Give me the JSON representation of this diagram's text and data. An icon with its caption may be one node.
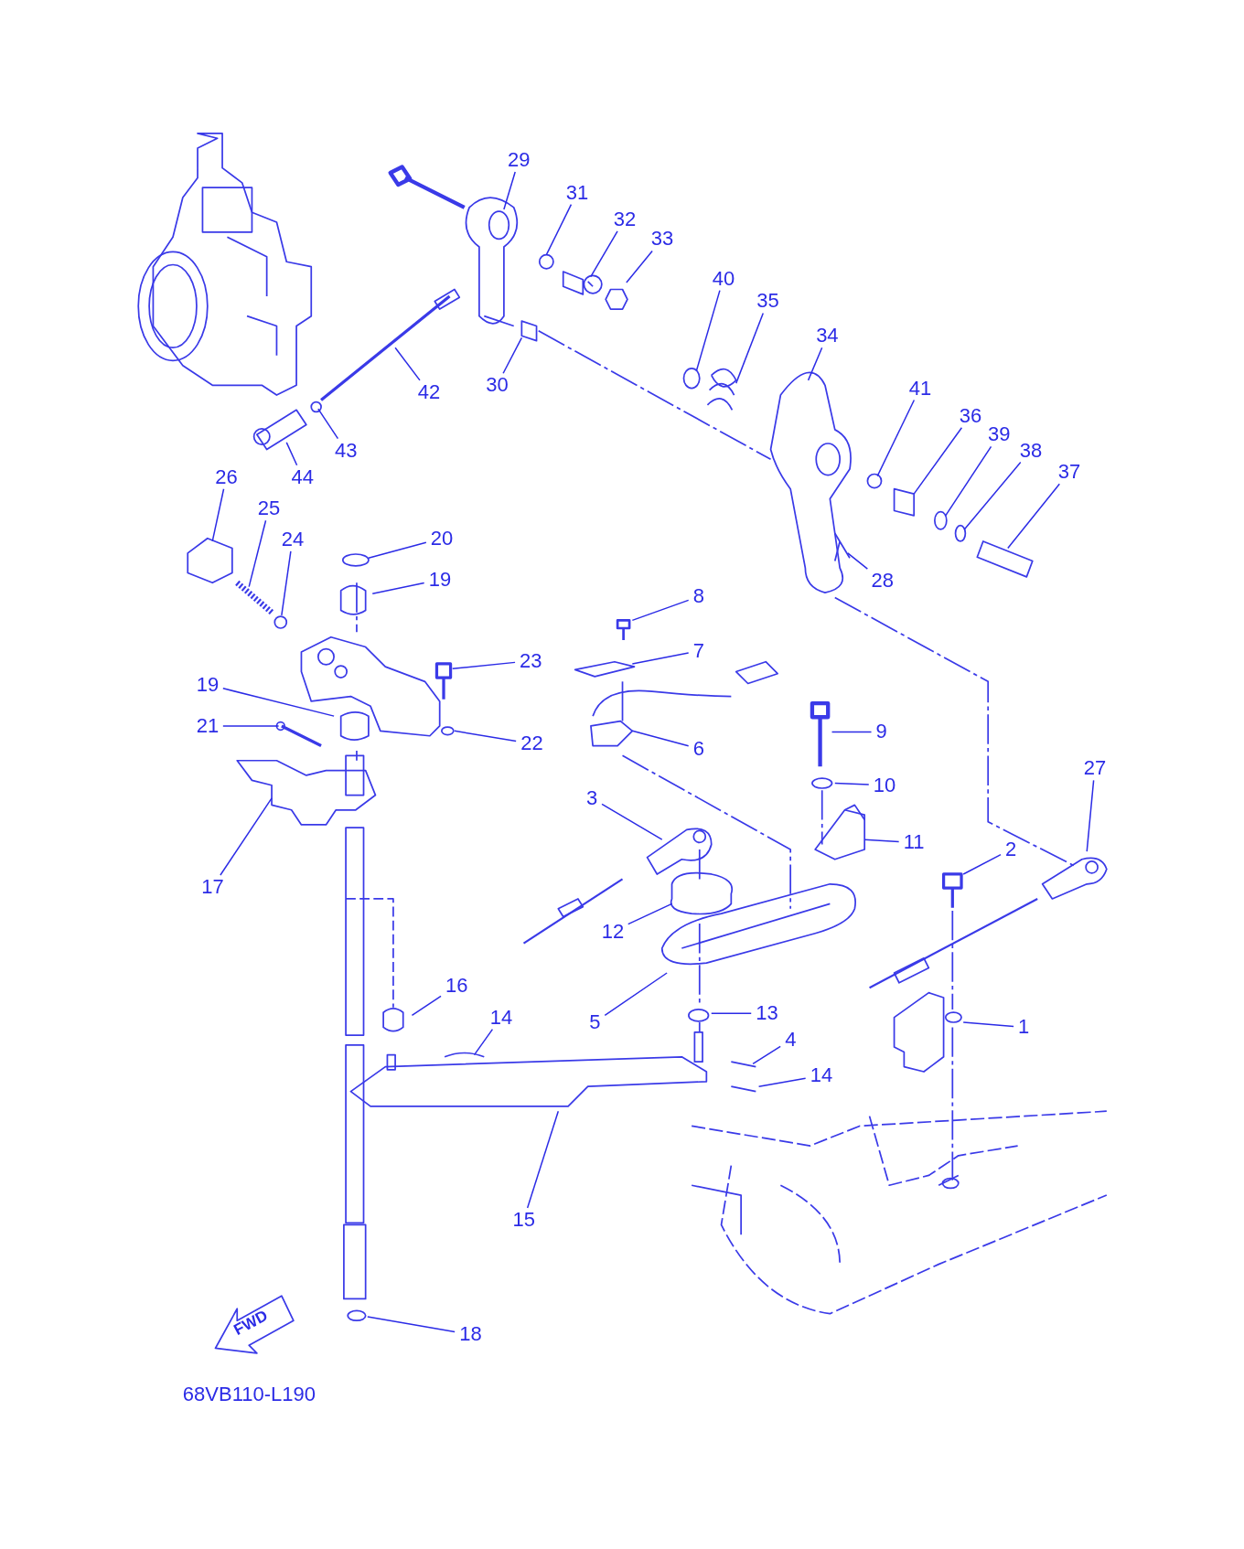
{
  "diagram": {
    "nodes": [
      {
        "text": [
          "29"
        ]
      },
      {
        "text": [
          "31"
        ]
      },
      {
        "text": [
          "32"
        ]
      },
      {
        "text": [
          "33"
        ]
      },
      {
        "text": [
          "40"
        ]
      },
      {
        "text": [
          "35"
        ]
      },
      {
        "text": [
          "34"
        ]
      },
      {
        "text": [
          "41"
        ]
      },
      {
        "text": [
          "36"
        ]
      },
      {
        "text": [
          "39"
        ]
      },
      {
        "text": [
          "38"
        ]
      },
      {
        "text": [
          "37"
        ]
      },
      {
        "text": [
          "30"
        ]
      },
      {
        "text": [
          "42"
        ]
      },
      {
        "text": [
          "43"
        ]
      },
      {
        "text": [
          "44"
        ]
      },
      {
        "text": [
          "26"
        ]
      },
      {
        "text": [
          "25"
        ]
      },
      {
        "text": [
          "24"
        ]
      },
      {
        "text": [
          "20"
        ]
      },
      {
        "text": [
          "19"
        ]
      },
      {
        "text": [
          "28"
        ]
      },
      {
        "text": [
          "8"
        ]
      },
      {
        "text": [
          "23"
        ]
      },
      {
        "text": [
          "7"
        ]
      },
      {
        "text": [
          "19"
        ]
      },
      {
        "text": [
          "21"
        ]
      },
      {
        "text": [
          "22"
        ]
      },
      {
        "text": [
          "6"
        ]
      },
      {
        "text": [
          "9"
        ]
      },
      {
        "text": [
          "27"
        ]
      },
      {
        "text": [
          "10"
        ]
      },
      {
        "text": [
          "3"
        ]
      },
      {
        "text": [
          "11"
        ]
      },
      {
        "text": [
          "2"
        ]
      },
      {
        "text": [
          "17"
        ]
      },
      {
        "text": [
          "12"
        ]
      },
      {
        "text": [
          "16"
        ]
      },
      {
        "text": [
          "14"
        ]
      },
      {
        "text": [
          "13"
        ]
      },
      {
        "text": [
          "5"
        ]
      },
      {
        "text": [
          "1"
        ]
      },
      {
        "text": [
          "4"
        ]
      },
      {
        "text": [
          "14"
        ]
      },
      {
        "text": [
          "15"
        ]
      },
      {
        "text": [
          "18"
        ]
      }
    ],
    "edges": [
      {
        "from": 0,
        "to": null,
        "arrow": "none"
      },
      {
        "from": 1,
        "to": null,
        "arrow": "none"
      },
      {
        "from": 2,
        "to": null,
        "arrow": "none"
      },
      {
        "from": 3,
        "to": null,
        "arrow": "none"
      },
      {
        "from": 4,
        "to": null,
        "arrow": "none"
      },
      {
        "from": 5,
        "to": null,
        "arrow": "none"
      },
      {
        "from": 6,
        "to": null,
        "arrow": "none"
      },
      {
        "from": 7,
        "to": null,
        "arrow": "none"
      },
      {
        "from": 8,
        "to": null,
        "arrow": "none"
      },
      {
        "from": 9,
        "to": null,
        "arrow": "none"
      },
      {
        "from": 10,
        "to": null,
        "arrow": "none"
      },
      {
        "from": 11,
        "to": null,
        "arrow": "none"
      },
      {
        "from": 12,
        "to": null,
        "arrow": "none"
      },
      {
        "from": 13,
        "to": null,
        "arrow": "none"
      },
      {
        "from": 14,
        "to": null,
        "arrow": "none"
      },
      {
        "from": 15,
        "to": null,
        "arrow": "none"
      },
      {
        "from": 16,
        "to": null,
        "arrow": "none"
      },
      {
        "from": 17,
        "to": null,
        "arrow": "none"
      },
      {
        "from": 18,
        "to": null,
        "arrow": "none"
      },
      {
        "from": 19,
        "to": null,
        "arrow": "none"
      },
      {
        "from": 20,
        "to": null,
        "arrow": "none"
      },
      {
        "from": 21,
        "to": null,
        "arrow": "none"
      },
      {
        "from": 22,
        "to": null,
        "arrow": "none"
      },
      {
        "from": 23,
        "to": null,
        "arrow": "none"
      },
      {
        "from": 24,
        "to": null,
        "arrow": "none"
      },
      {
        "from": 25,
        "to": null,
        "arrow": "none"
      },
      {
        "from": 26,
        "to": null,
        "arrow": "none"
      },
      {
        "from": 27,
        "to": null,
        "arrow": "none"
      },
      {
        "from": 28,
        "to": null,
        "arrow": "none"
      },
      {
        "from": 29,
        "to": null,
        "arrow": "none"
      },
      {
        "from": 30,
        "to": null,
        "arrow": "none"
      },
      {
        "from": 31,
        "to": null,
        "arrow": "none"
      },
      {
        "from": 32,
        "to": null,
        "arrow": "none"
      },
      {
        "from": 33,
        "to": null,
        "arrow": "none"
      },
      {
        "from": 34,
        "to": null,
        "arrow": "none"
      },
      {
        "from": 35,
        "to": null,
        "arrow": "none"
      },
      {
        "from": 36,
        "to": null,
        "arrow": "none"
      },
      {
        "from": 37,
        "to": null,
        "arrow": "none"
      },
      {
        "from": 38,
        "to": null,
        "arrow": "none"
      },
      {
        "from": 39,
        "to": null,
        "arrow": "none"
      },
      {
        "from": 40,
        "to": null,
        "arrow": "none"
      },
      {
        "from": 41,
        "to": null,
        "arrow": "none"
      },
      {
        "from": 42,
        "to": null,
        "arrow": "none"
      },
      {
        "from": 43,
        "to": null,
        "arrow": "none"
      },
      {
        "from": 44,
        "to": null,
        "arrow": "none"
      },
      {
        "from": 45,
        "to": null,
        "arrow": "none"
      }
    ],
    "labels": [
      "FWD",
      "68VB110-L190"
    ]
  }
}
